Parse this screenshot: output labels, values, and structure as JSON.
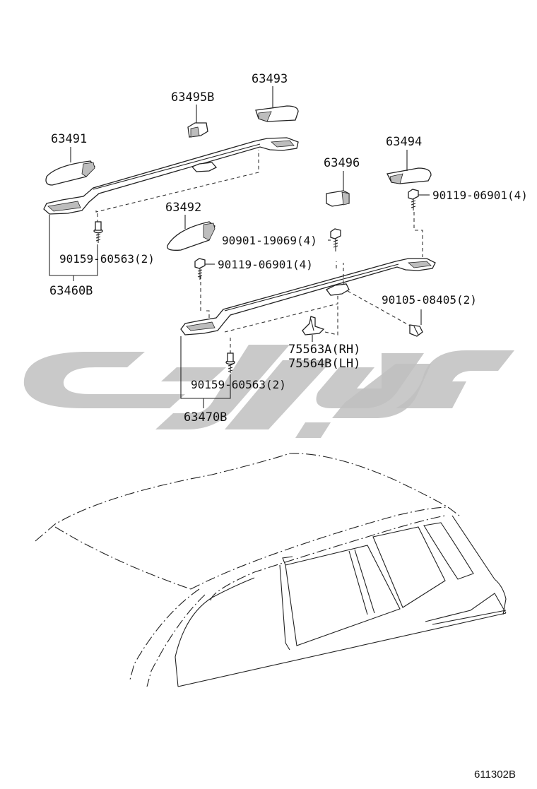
{
  "diagram": {
    "parts": {
      "p63491": "63491",
      "p63495b": "63495B",
      "p63493": "63493",
      "p63494": "63494",
      "p63496": "63496",
      "p63492": "63492",
      "p63460b": "63460B",
      "p63470b": "63470B",
      "p75563a": "75563A(RH)",
      "p75564b": "75564B(LH)"
    },
    "fasteners": {
      "f90119_top": "90119-06901(4)",
      "f90901": "90901-19069(4)",
      "f90119_mid": "90119-06901(4)",
      "f90105": "90105-08405(2)",
      "f90159_left": "90159-60563(2)",
      "f90159_mid": "90159-60563(2)"
    },
    "figure_code": "611302B"
  }
}
